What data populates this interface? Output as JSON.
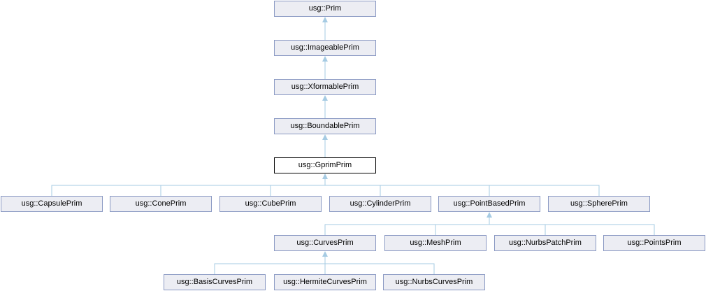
{
  "diagram": {
    "type": "class-inheritance-graph",
    "highlighted_node": "usg::GprimPrim",
    "colors": {
      "background": "#ffffff",
      "node_fill": "#ecedf3",
      "node_border": "#8a99c3",
      "highlight_node_fill": "#ffffff",
      "highlight_node_border": "#000000",
      "edge": "#a6cbe3",
      "text": "#000000"
    },
    "nodes": [
      {
        "label": "usg::Prim"
      },
      {
        "label": "usg::ImageablePrim"
      },
      {
        "label": "usg::XformablePrim"
      },
      {
        "label": "usg::BoundablePrim"
      },
      {
        "label": "usg::GprimPrim",
        "highlighted": true
      },
      {
        "label": "usg::CapsulePrim"
      },
      {
        "label": "usg::ConePrim"
      },
      {
        "label": "usg::CubePrim"
      },
      {
        "label": "usg::CylinderPrim"
      },
      {
        "label": "usg::PointBasedPrim"
      },
      {
        "label": "usg::SpherePrim"
      },
      {
        "label": "usg::CurvesPrim"
      },
      {
        "label": "usg::MeshPrim"
      },
      {
        "label": "usg::NurbsPatchPrim"
      },
      {
        "label": "usg::PointsPrim"
      },
      {
        "label": "usg::BasisCurvesPrim"
      },
      {
        "label": "usg::HermiteCurvesPrim"
      },
      {
        "label": "usg::NurbsCurvesPrim"
      }
    ],
    "edges": [
      {
        "child": "usg::ImageablePrim",
        "parent": "usg::Prim"
      },
      {
        "child": "usg::XformablePrim",
        "parent": "usg::ImageablePrim"
      },
      {
        "child": "usg::BoundablePrim",
        "parent": "usg::XformablePrim"
      },
      {
        "child": "usg::GprimPrim",
        "parent": "usg::BoundablePrim"
      },
      {
        "child": "usg::CapsulePrim",
        "parent": "usg::GprimPrim"
      },
      {
        "child": "usg::ConePrim",
        "parent": "usg::GprimPrim"
      },
      {
        "child": "usg::CubePrim",
        "parent": "usg::GprimPrim"
      },
      {
        "child": "usg::CylinderPrim",
        "parent": "usg::GprimPrim"
      },
      {
        "child": "usg::PointBasedPrim",
        "parent": "usg::GprimPrim"
      },
      {
        "child": "usg::SpherePrim",
        "parent": "usg::GprimPrim"
      },
      {
        "child": "usg::CurvesPrim",
        "parent": "usg::PointBasedPrim"
      },
      {
        "child": "usg::MeshPrim",
        "parent": "usg::PointBasedPrim"
      },
      {
        "child": "usg::NurbsPatchPrim",
        "parent": "usg::PointBasedPrim"
      },
      {
        "child": "usg::PointsPrim",
        "parent": "usg::PointBasedPrim"
      },
      {
        "child": "usg::BasisCurvesPrim",
        "parent": "usg::CurvesPrim"
      },
      {
        "child": "usg::HermiteCurvesPrim",
        "parent": "usg::CurvesPrim"
      },
      {
        "child": "usg::NurbsCurvesPrim",
        "parent": "usg::CurvesPrim"
      }
    ]
  }
}
